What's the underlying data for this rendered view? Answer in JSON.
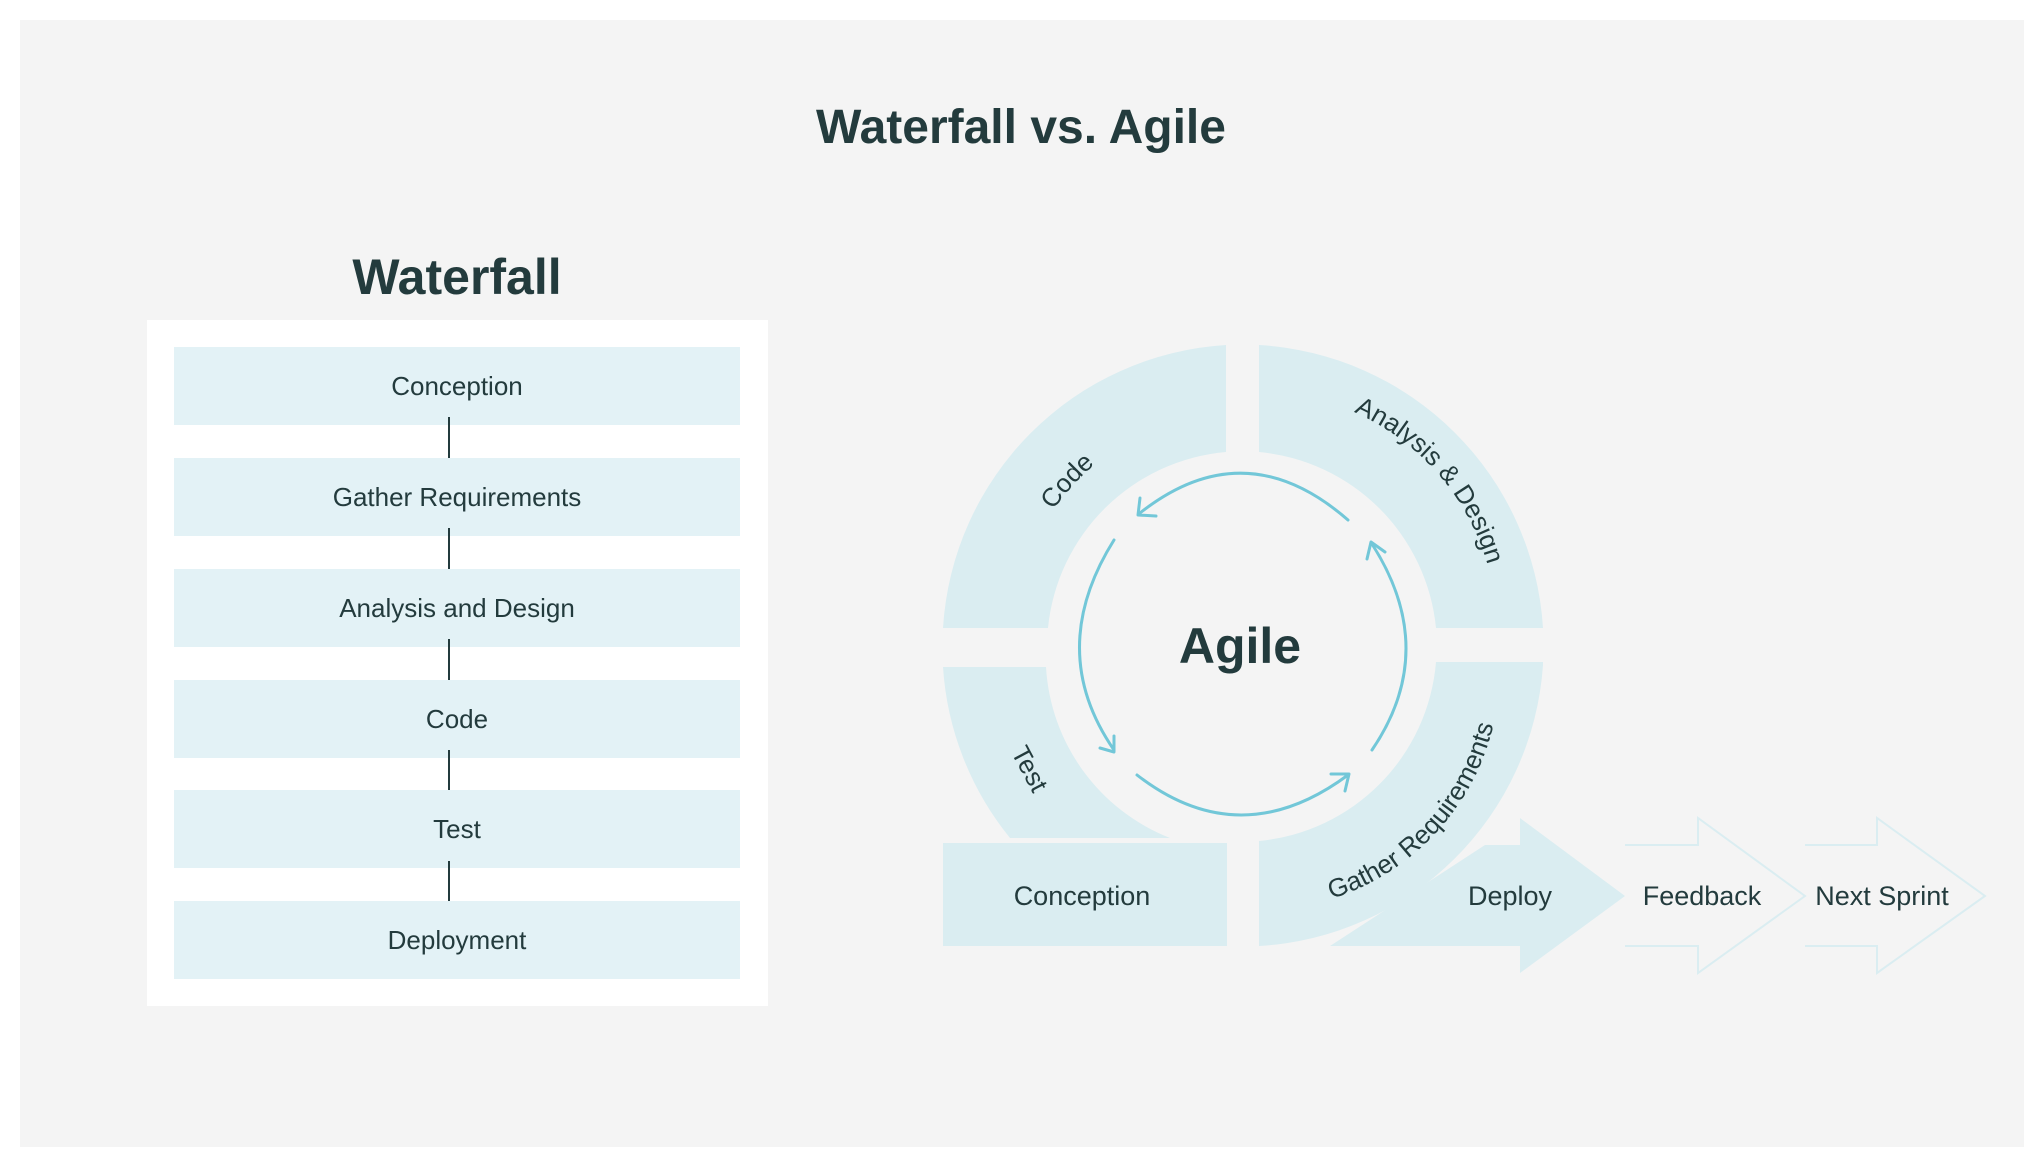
{
  "title": "Waterfall vs. Agile",
  "waterfall": {
    "title": "Waterfall",
    "steps": [
      "Conception",
      "Gather Requirements",
      "Analysis and Design",
      "Code",
      "Test",
      "Deployment"
    ]
  },
  "agile": {
    "center_label": "Agile",
    "segments": {
      "code": "Code",
      "analysis": "Analysis & Design",
      "test": "Test",
      "gather": "Gather Requirements",
      "conception": "Conception"
    },
    "flow": [
      "Deploy",
      "Feedback",
      "Next Sprint"
    ]
  },
  "colors": {
    "background": "#f4f4f4",
    "box_fill": "#e3f2f6",
    "segment_fill": "#daedf1",
    "arrow_cycle": "#72c7d8",
    "text_dark": "#233b3d"
  }
}
